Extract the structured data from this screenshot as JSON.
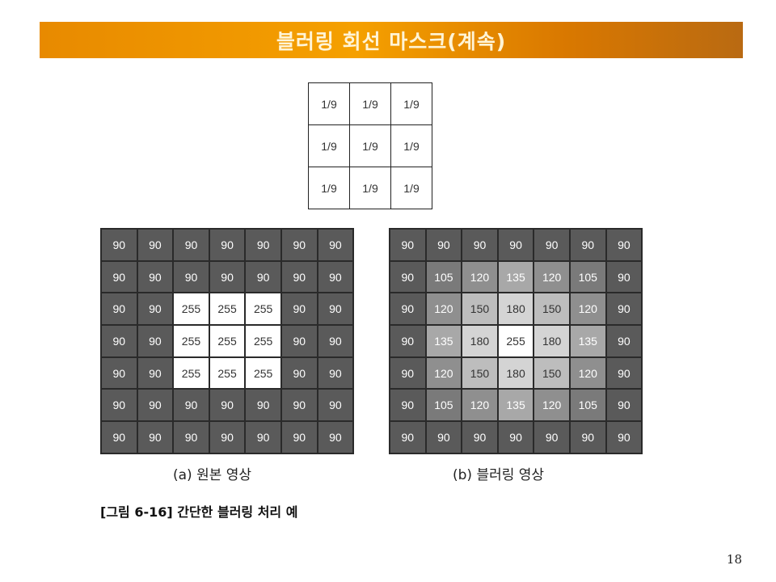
{
  "slide": {
    "title": "블러링 회선 마스크(계속)",
    "page_number": "18"
  },
  "mask": {
    "rows": [
      [
        "1/9",
        "1/9",
        "1/9"
      ],
      [
        "1/9",
        "1/9",
        "1/9"
      ],
      [
        "1/9",
        "1/9",
        "1/9"
      ]
    ]
  },
  "original_image": {
    "caption": "(a) 원본 영상",
    "rows": [
      [
        90,
        90,
        90,
        90,
        90,
        90,
        90
      ],
      [
        90,
        90,
        90,
        90,
        90,
        90,
        90
      ],
      [
        90,
        90,
        255,
        255,
        255,
        90,
        90
      ],
      [
        90,
        90,
        255,
        255,
        255,
        90,
        90
      ],
      [
        90,
        90,
        255,
        255,
        255,
        90,
        90
      ],
      [
        90,
        90,
        90,
        90,
        90,
        90,
        90
      ],
      [
        90,
        90,
        90,
        90,
        90,
        90,
        90
      ]
    ]
  },
  "blurred_image": {
    "caption": "(b) 블러링 영상",
    "rows": [
      [
        90,
        90,
        90,
        90,
        90,
        90,
        90
      ],
      [
        90,
        105,
        120,
        135,
        120,
        105,
        90
      ],
      [
        90,
        120,
        150,
        180,
        150,
        120,
        90
      ],
      [
        90,
        135,
        180,
        255,
        180,
        135,
        90
      ],
      [
        90,
        120,
        150,
        180,
        150,
        120,
        90
      ],
      [
        90,
        105,
        120,
        135,
        120,
        105,
        90
      ],
      [
        90,
        90,
        90,
        90,
        90,
        90,
        90
      ]
    ]
  },
  "figure_caption": "[그림 6-16] 간단한 블러링 처리 예",
  "colors": {
    "title_bar": "#f0a000",
    "title_text": "#fff4d6",
    "cell_90": "#5a5a5a",
    "cell_105": "#7a7a7a",
    "cell_120": "#8f8f8f",
    "cell_135": "#a8a8a8",
    "cell_150": "#bdbdbd",
    "cell_180": "#d4d4d4",
    "cell_255": "#ffffff"
  }
}
